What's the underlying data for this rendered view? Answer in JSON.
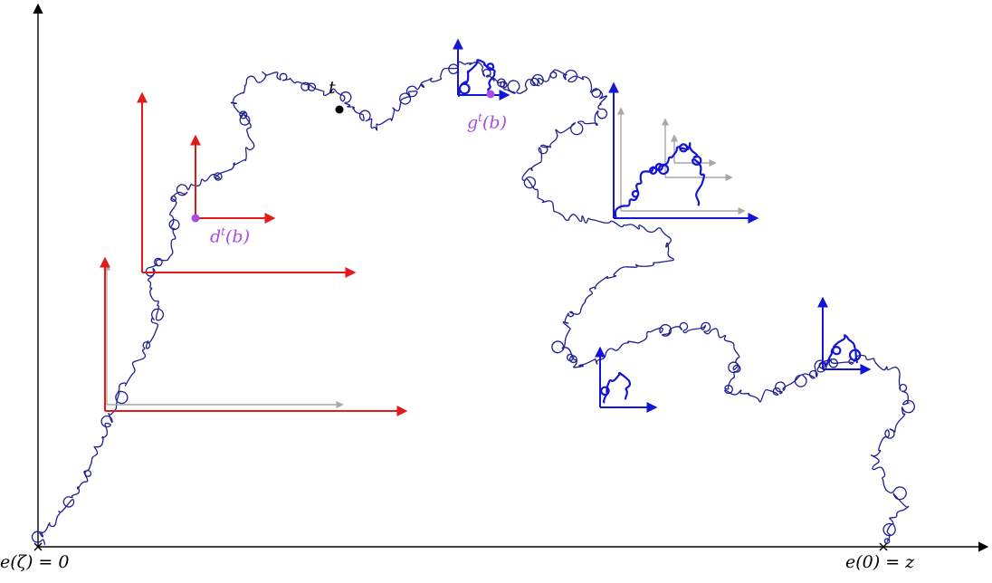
{
  "labels": {
    "origin": "e(ζ) = 0",
    "endpoint": "e(0) = z",
    "t_mark": "t",
    "g_func": "g",
    "d_func": "d",
    "sup_t": "t",
    "arg_b": "(b)"
  },
  "colors": {
    "path": "#1f1f8f",
    "frame_red": "#e21a1a",
    "frame_blue": "#1414d6",
    "frame_gray": "#a8a8a8",
    "point_purple": "#a64ee0",
    "point_black": "#000000",
    "axis": "#000000"
  }
}
